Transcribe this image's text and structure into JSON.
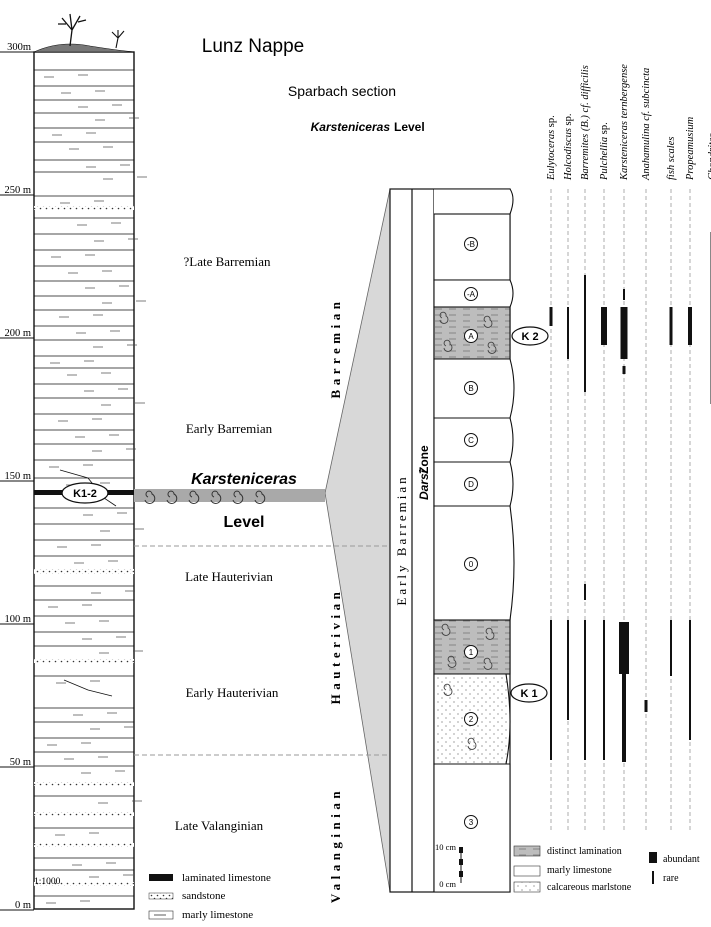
{
  "header": {
    "nappe": "Lunz Nappe",
    "section": "Sparbach section",
    "level_genus": "Karsteniceras",
    "level_word": "Level"
  },
  "height_axis": [
    {
      "label": "300m",
      "value": 300
    },
    {
      "label": "250 m",
      "value": 250
    },
    {
      "label": "200 m",
      "value": 200
    },
    {
      "label": "150 m",
      "value": 150
    },
    {
      "label": "100 m",
      "value": 100
    },
    {
      "label": "50 m",
      "value": 50
    },
    {
      "label": "0 m",
      "value": 0
    }
  ],
  "scale_note": "1:1000",
  "section_label": "K1-2",
  "big_level": {
    "genus": "Karsteniceras",
    "word": "Level"
  },
  "age_labels": [
    "?Late Barremian",
    "Early Barremian",
    "Late Hauterivian",
    "Early Hauterivian",
    "Late Valanginian"
  ],
  "stages": [
    "Barremian",
    "Hauterivian",
    "Valanginian"
  ],
  "column_headers": {
    "substage": "Early Barremian",
    "zone_genus": "Darsi",
    "zone_word": "Zone"
  },
  "beds": [
    "-B",
    "-A",
    "A",
    "B",
    "C",
    "D",
    "0",
    "1",
    "2",
    "3"
  ],
  "sample_labels": [
    "K 2",
    "K 1"
  ],
  "bar_scale": {
    "top": "10 cm",
    "bottom": "0 cm"
  },
  "taxa": [
    {
      "name": "Eulytoceras",
      "suffix": " sp."
    },
    {
      "name": "Holcodiscus",
      "suffix": " sp."
    },
    {
      "name": "Barremites (B.) cf. difficilis",
      "suffix": ""
    },
    {
      "name": "Pulchellia",
      "suffix": " sp."
    },
    {
      "name": "Karsteniceras ternbergense",
      "suffix": ""
    },
    {
      "name": "Anahamulina cf. subcincta",
      "suffix": ""
    },
    {
      "name": "fish scales",
      "suffix": ""
    },
    {
      "name": "Propeamusium",
      "suffix": ""
    },
    {
      "name": "Chondrites",
      "suffix": ""
    }
  ],
  "legend_left": [
    "laminated limestone",
    "sandstone",
    "marly limestone"
  ],
  "legend_right": [
    "distinct lamination",
    "marly limestone",
    "calcareous marlstone"
  ],
  "legend_abundance": [
    "abundant",
    "rare"
  ],
  "colors": {
    "ink": "#111111",
    "marl_fill": "#bdbdbd",
    "level_band": "#a9a9a9",
    "dash": "#9a9a9a"
  }
}
